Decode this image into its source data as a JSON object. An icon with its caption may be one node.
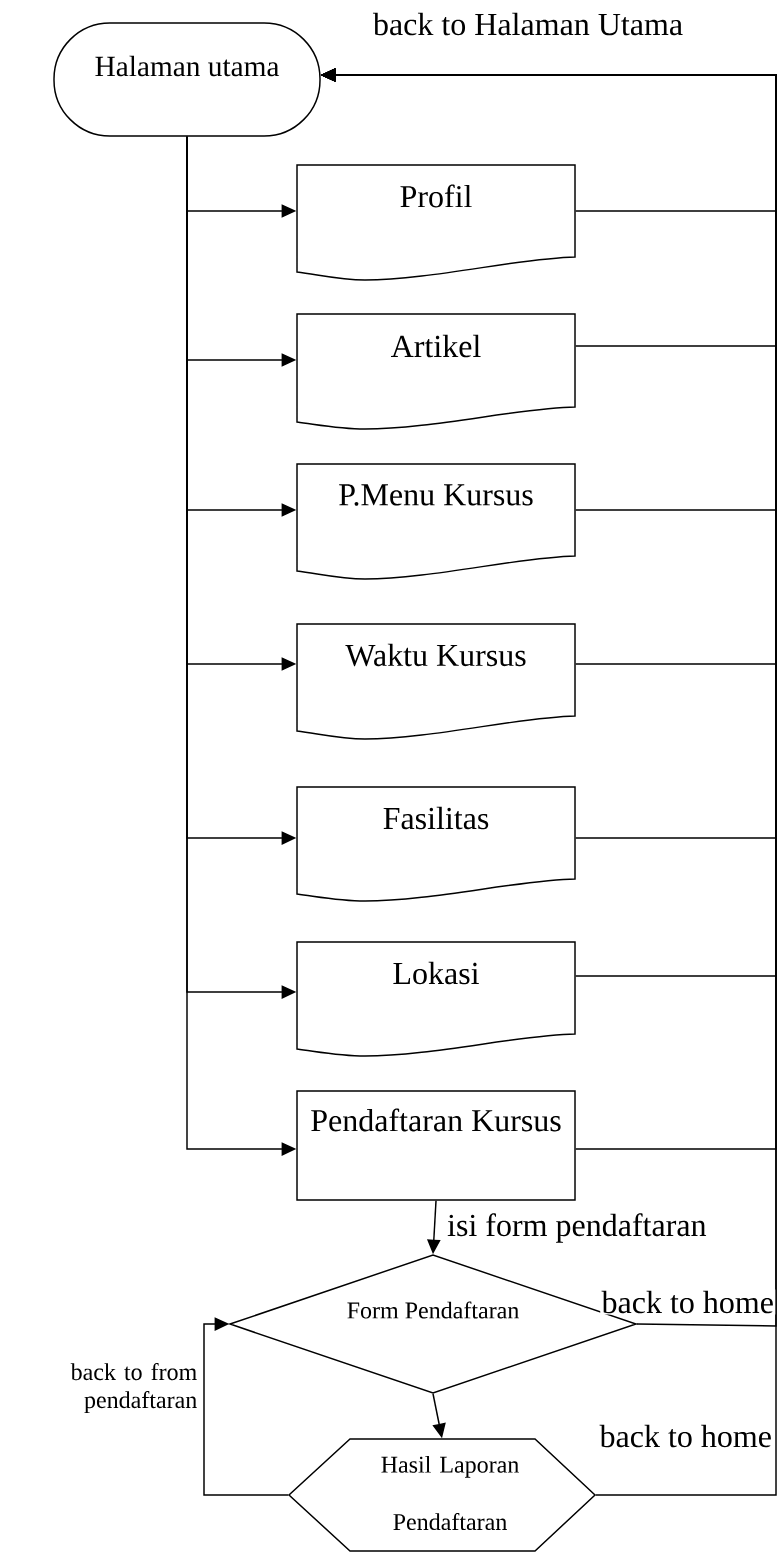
{
  "diagram": {
    "nodes": [
      {
        "text": [
          "Halaman utama"
        ]
      },
      {
        "text": [
          "Profil"
        ]
      },
      {
        "text": [
          "Artikel"
        ]
      },
      {
        "text": [
          "P.Menu Kursus"
        ]
      },
      {
        "text": [
          "Waktu Kursus"
        ]
      },
      {
        "text": [
          "Fasilitas"
        ]
      },
      {
        "text": [
          "Lokasi"
        ]
      },
      {
        "text": [
          "Pendaftaran Kursus"
        ]
      },
      {
        "text": [
          "Form Pendaftaran"
        ]
      },
      {
        "text": [
          "Hasil Laporan Pendaftaran"
        ]
      }
    ],
    "edges": [
      {
        "from": 0,
        "to": 1,
        "arrow": "to"
      },
      {
        "from": 0,
        "to": 2,
        "arrow": "to"
      },
      {
        "from": 0,
        "to": 3,
        "arrow": "to"
      },
      {
        "from": 0,
        "to": 4,
        "arrow": "to"
      },
      {
        "from": 0,
        "to": 5,
        "arrow": "to"
      },
      {
        "from": 0,
        "to": 6,
        "arrow": "to"
      },
      {
        "from": 0,
        "to": 7,
        "arrow": "to"
      },
      {
        "from": 1,
        "to": 0,
        "arrow": "to"
      },
      {
        "from": 2,
        "to": 0,
        "arrow": "to"
      },
      {
        "from": 3,
        "to": 0,
        "arrow": "to"
      },
      {
        "from": 4,
        "to": 0,
        "arrow": "to"
      },
      {
        "from": 5,
        "to": 0,
        "arrow": "to"
      },
      {
        "from": 6,
        "to": 0,
        "arrow": "to"
      },
      {
        "from": 7,
        "to": 0,
        "arrow": "to"
      },
      {
        "from": 7,
        "to": 8,
        "arrow": "to",
        "label": "isi form pendaftaran"
      },
      {
        "from": 8,
        "to": 0,
        "arrow": "to",
        "label": "back to home"
      },
      {
        "from": 8,
        "to": 9,
        "arrow": "to"
      },
      {
        "from": 9,
        "to": 0,
        "arrow": "to",
        "label": "back to home"
      },
      {
        "from": 9,
        "to": 8,
        "arrow": "to",
        "label": "back to from pendaftaran"
      }
    ],
    "labels": [
      "back to Halaman Utama"
    ]
  }
}
